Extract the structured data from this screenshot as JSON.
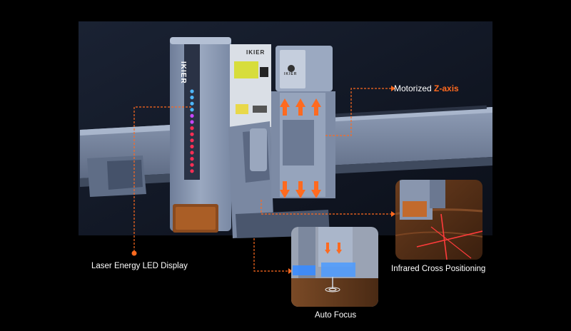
{
  "colors": {
    "background": "#000000",
    "scene_panel": "#131826",
    "machine_body": "#8a98b2",
    "machine_dark": "#55637c",
    "accent_orange": "#ff6a1f",
    "led_blue": "#4fb8ff",
    "led_red": "#ff2e55",
    "label_text": "#ffffff"
  },
  "labels": {
    "z_axis_prefix": "Motorized ",
    "z_axis_highlight": "Z-axis",
    "led_display": "Laser Energy LED Display",
    "infrared": "Infrared Cross Positioning",
    "auto_focus": "Auto Focus"
  },
  "branding": {
    "side_logo": "IKIER",
    "label_logo": "IKIER",
    "head_logo": "IKIER"
  },
  "leds": {
    "blue_count": 4,
    "magenta_count": 2,
    "red_count": 8
  }
}
